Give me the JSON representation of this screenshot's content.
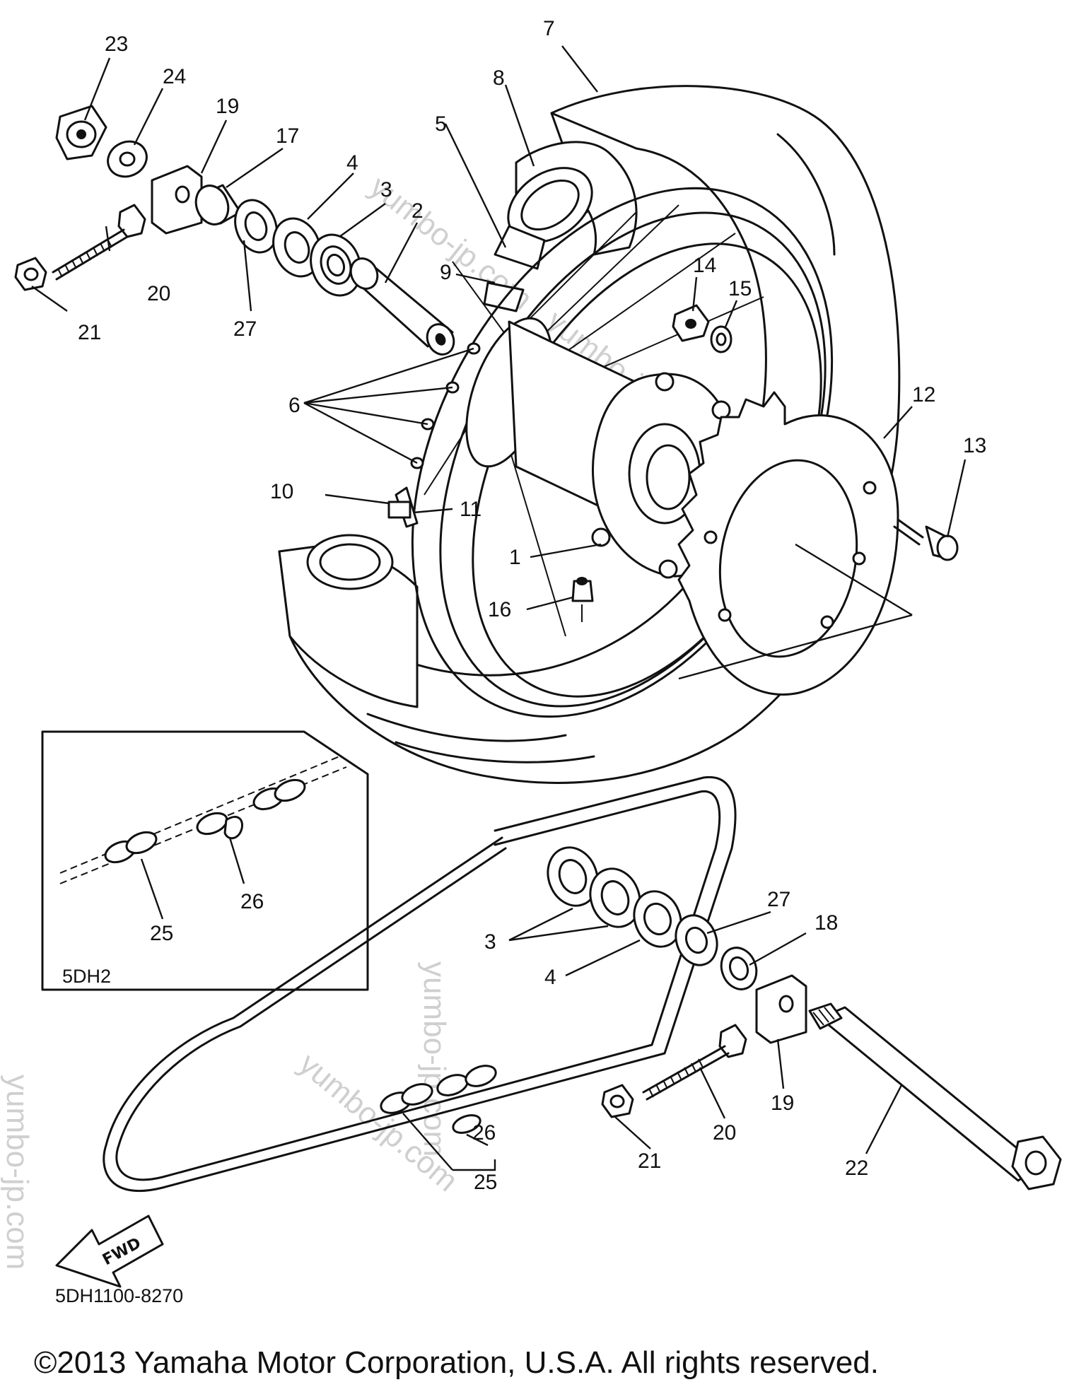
{
  "diagram": {
    "callouts": [
      {
        "id": "c23",
        "label": "23"
      },
      {
        "id": "c24",
        "label": "24"
      },
      {
        "id": "c19a",
        "label": "19"
      },
      {
        "id": "c17",
        "label": "17"
      },
      {
        "id": "c4a",
        "label": "4"
      },
      {
        "id": "c3a",
        "label": "3"
      },
      {
        "id": "c2",
        "label": "2"
      },
      {
        "id": "c5",
        "label": "5"
      },
      {
        "id": "c8",
        "label": "8"
      },
      {
        "id": "c7",
        "label": "7"
      },
      {
        "id": "c20a",
        "label": "20"
      },
      {
        "id": "c21a",
        "label": "21"
      },
      {
        "id": "c27a",
        "label": "27"
      },
      {
        "id": "c9",
        "label": "9"
      },
      {
        "id": "c14",
        "label": "14"
      },
      {
        "id": "c15",
        "label": "15"
      },
      {
        "id": "c6",
        "label": "6"
      },
      {
        "id": "c12",
        "label": "12"
      },
      {
        "id": "c13",
        "label": "13"
      },
      {
        "id": "c10",
        "label": "10"
      },
      {
        "id": "c11",
        "label": "11"
      },
      {
        "id": "c1",
        "label": "1"
      },
      {
        "id": "c16",
        "label": "16"
      },
      {
        "id": "c26a",
        "label": "26"
      },
      {
        "id": "c25a",
        "label": "25"
      },
      {
        "id": "c27b",
        "label": "27"
      },
      {
        "id": "c18",
        "label": "18"
      },
      {
        "id": "c3b",
        "label": "3"
      },
      {
        "id": "c4b",
        "label": "4"
      },
      {
        "id": "c19b",
        "label": "19"
      },
      {
        "id": "c20b",
        "label": "20"
      },
      {
        "id": "c21b",
        "label": "21"
      },
      {
        "id": "c22",
        "label": "22"
      },
      {
        "id": "c26b",
        "label": "26"
      },
      {
        "id": "c25b",
        "label": "25"
      }
    ],
    "inset_label": "5DH2",
    "figure_code": "5DH1100-8270",
    "direction_label": "FWD",
    "watermarks": [
      "yumbo-jp.com",
      "yumbo-jp.com",
      "yumbo-jp.com",
      "yumbo-jp.com",
      "yumbo-jp.com"
    ],
    "copyright": "©2013 Yamaha Motor Corporation, U.S.A. All rights reserved."
  }
}
